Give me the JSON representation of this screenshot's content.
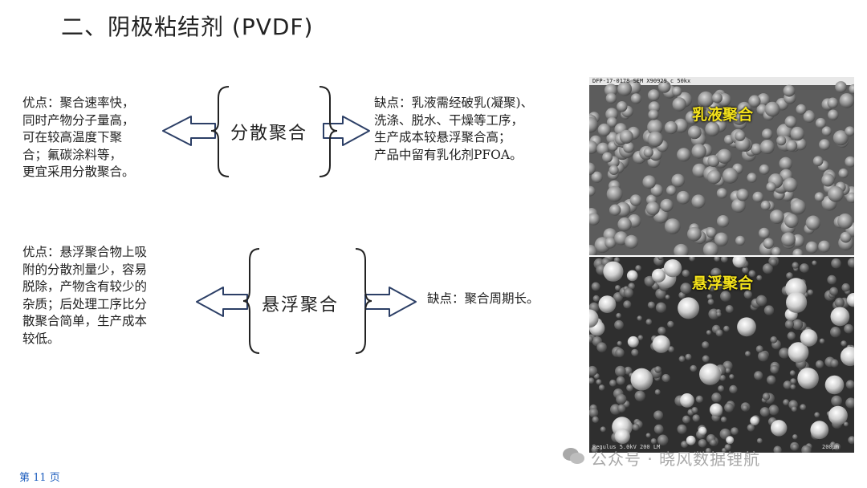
{
  "slide": {
    "title": "二、阴极粘结剂 (PVDF)",
    "page_label": "第 11 页"
  },
  "dispersion": {
    "label": "分散聚合",
    "advantages": "优点：聚合速率快，\n同时产物分子量高，\n可在较高温度下聚\n合；氟碳涂料等，\n更宜采用分散聚合。",
    "disadvantages": "缺点：乳液需经破乳(凝聚)、\n洗涤、脱水、干燥等工序，\n生产成本较悬浮聚合高；\n产品中留有乳化剂PFOA。"
  },
  "suspension": {
    "label": "悬浮聚合",
    "advantages": "优点：悬浮聚合物上吸\n附的分散剂量少，容易\n脱除，产物含有较少的\n杂质；后处理工序比分\n散聚合简单，生产成本\n较低。",
    "disadvantages": "缺点：聚合周期长。"
  },
  "images": {
    "top_label": "乳液聚合",
    "top_meta": "DFP-17-0178 SEM X90929_c 50kx",
    "bottom_label": "悬浮聚合",
    "bottom_meta": "Regulus 5.0kV 200 LM",
    "bottom_scale": "200μm"
  },
  "watermark": {
    "text": "公众号 · 晓风数据锂航"
  },
  "colors": {
    "label_yellow": "#f4e21b",
    "page_number_blue": "#1f5fbf",
    "arrow_stroke": "#2c3f66"
  }
}
